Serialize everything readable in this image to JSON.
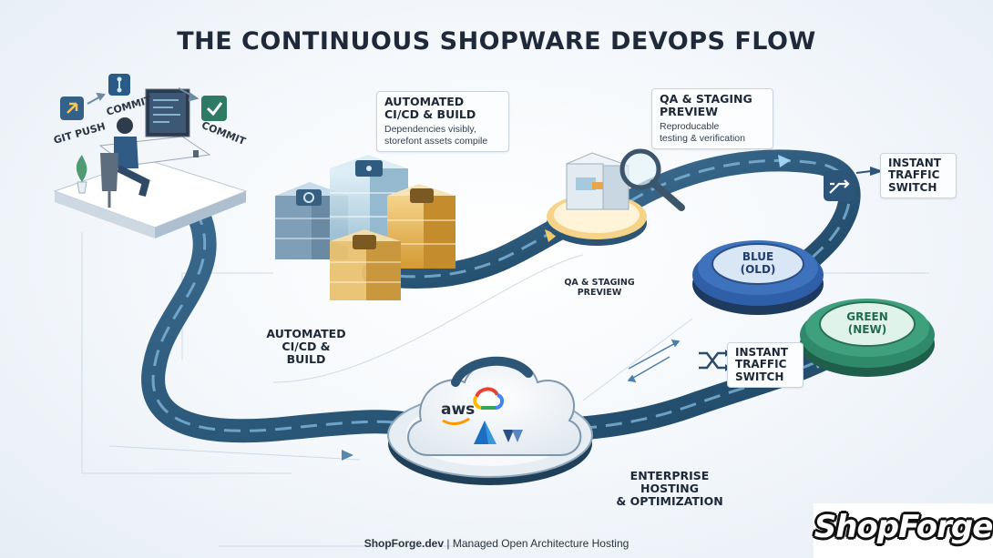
{
  "title": "THE CONTINUOUS SHOPWARE DEVOPS FLOW",
  "developer": {
    "git_push": "GIT PUSH",
    "commit_1": "COMMIT",
    "commit_2": "COMMIT"
  },
  "cicd": {
    "box_title": "AUTOMATED\nCI/CD & BUILD",
    "box_desc": "Dependencies visibly,\nstorefont assets compile",
    "path_label": "AUTOMATED\nCI/CD & BUILD"
  },
  "qa": {
    "box_title": "QA & STAGING\nPREVIEW",
    "box_desc": "Reproducable\ntesting & verification",
    "path_label": "QA & STAGING\nPREVIEW"
  },
  "switch_top": {
    "label": "INSTANT\nTRAFFIC\nSWITCH"
  },
  "switch_mid": {
    "label": "INSTANT\nTRAFFIC\nSWITCH"
  },
  "blue": {
    "label": "BLUE\n(OLD)",
    "color": "#2f5fa8"
  },
  "green": {
    "label": "GREEN\n(NEW)",
    "color": "#2e8a6a"
  },
  "hosting": {
    "label": "ENTERPRISE HOSTING\n& OPTIMIZATION",
    "logos": [
      "aws",
      "google-cloud",
      "azure",
      "vercel"
    ],
    "aws_text": "aws"
  },
  "footer": {
    "site": "ShopForge.dev",
    "separator": "|",
    "tagline": "Managed Open Architecture Hosting"
  },
  "brand": {
    "name": "ShopForge"
  },
  "colors": {
    "pipe": "#2a5576",
    "pipe_light": "#5f8fb1",
    "accent": "#4d7ea8",
    "gold": "#e7b24a"
  }
}
